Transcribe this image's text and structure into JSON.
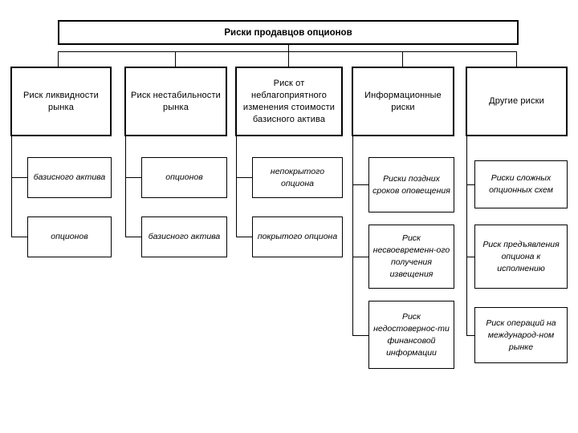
{
  "diagram": {
    "type": "organizational-tree",
    "language": "ru",
    "title": "Риски продавцов опционов",
    "colors": {
      "line": "#000000",
      "box_fill": "#ffffff",
      "text": "#000000"
    },
    "levels": 3,
    "branches": [
      {
        "id": "liquidity",
        "label": "Риск ликвидности рынка",
        "children": [
          {
            "id": "liquidity-asset",
            "label": "базисного актива"
          },
          {
            "id": "liquidity-options",
            "label": "опционов"
          }
        ]
      },
      {
        "id": "instability",
        "label": "Риск нестабильности рынка",
        "children": [
          {
            "id": "instability-options",
            "label": "опционов"
          },
          {
            "id": "instability-asset",
            "label": "базисного актива"
          }
        ]
      },
      {
        "id": "price-change",
        "label": "Риск от неблагоприятного изменения стоимости базисного актива",
        "children": [
          {
            "id": "uncovered-option",
            "label": "непокрытого опциона"
          },
          {
            "id": "covered-option",
            "label": "покрытого опциона"
          }
        ]
      },
      {
        "id": "information",
        "label": "Информационные риски",
        "children": [
          {
            "id": "late-notice",
            "label": "Риски поздних сроков оповещения"
          },
          {
            "id": "untimely-receipt",
            "label": "Риск несвоевременн-ого получения извещения"
          },
          {
            "id": "unreliable-info",
            "label": "Риск недостовернос-ти финансовой информации"
          }
        ]
      },
      {
        "id": "other",
        "label": "Другие риски",
        "children": [
          {
            "id": "complex-schemes",
            "label": "Риски сложных опционных схем"
          },
          {
            "id": "option-presentation",
            "label": "Риск предъявления опциона к исполнению"
          },
          {
            "id": "international-ops",
            "label": "Риск операций на международ-ном рынке"
          }
        ]
      }
    ]
  }
}
